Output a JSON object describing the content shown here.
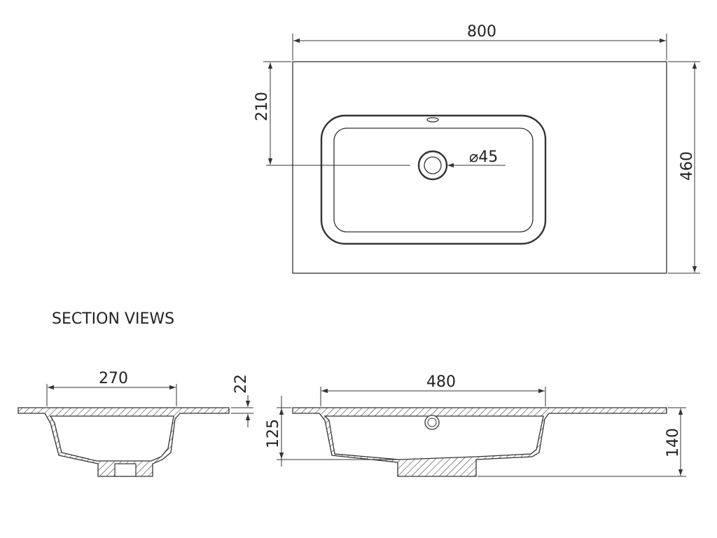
{
  "heading": "SECTION VIEWS",
  "colors": {
    "line": "#333333",
    "background": "#ffffff"
  },
  "top_view": {
    "width_label": "800",
    "depth_label": "460",
    "drain_offset_label": "210",
    "drain_diameter_label": "⌀45"
  },
  "side_section": {
    "bowl_width_label": "270",
    "slab_thickness_label": "22",
    "bowl_depth_label": "125"
  },
  "front_section": {
    "bowl_width_label": "480",
    "overall_depth_label": "140"
  }
}
